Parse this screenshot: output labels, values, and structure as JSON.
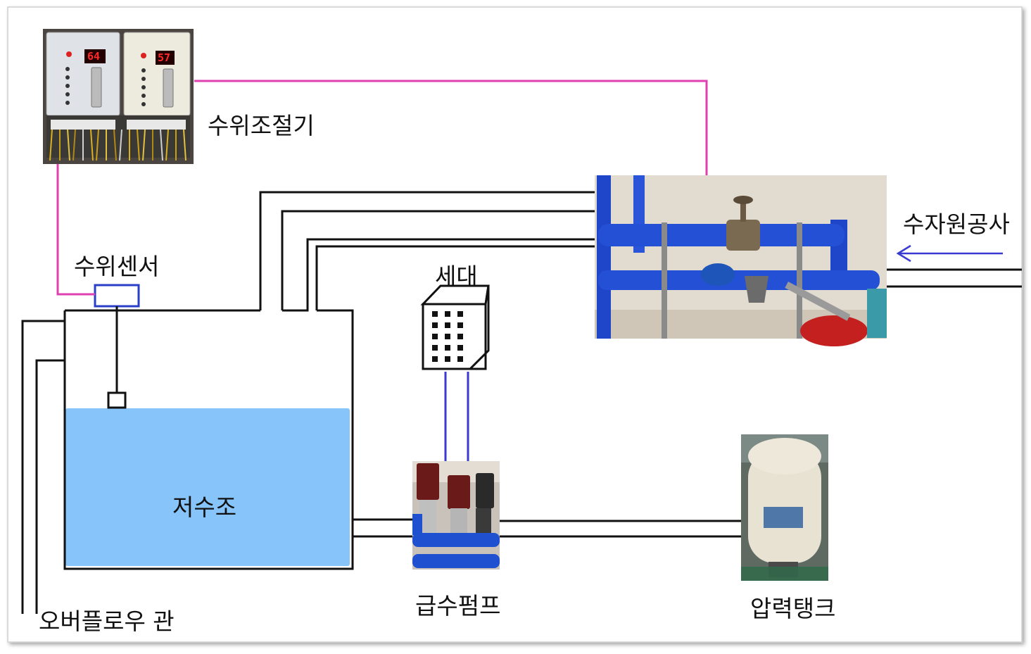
{
  "labels": {
    "controller": "수위조절기",
    "sensor": "수위센서",
    "household": "세대",
    "supplier": "수자원공사",
    "reservoir": "저수조",
    "pump": "급수펌프",
    "tank": "압력탱크",
    "overflow": "오버플로우 관"
  },
  "controller_display": {
    "left_value": "64",
    "right_value": "57"
  },
  "colors": {
    "signal_line": "#e040b0",
    "water": "#86c4fa",
    "flow_arrow": "#3a3ad0",
    "sensor_box": "#2a3fc8",
    "pipe": "#111111"
  }
}
